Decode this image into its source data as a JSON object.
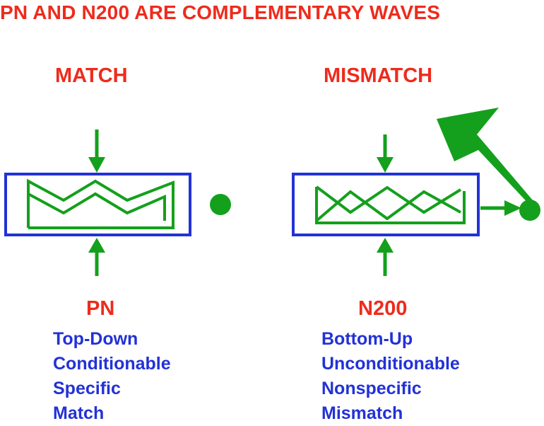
{
  "title": "PN AND N200 ARE COMPLEMENTARY WAVES",
  "left": {
    "heading": "MATCH",
    "wave_name": "PN",
    "properties": [
      "Top-Down",
      "Conditionable",
      "Specific",
      "Match"
    ]
  },
  "right": {
    "heading": "MISMATCH",
    "wave_name": "N200",
    "properties": [
      "Bottom-Up",
      "Unconditionable",
      "Nonspecific",
      "Mismatch"
    ]
  },
  "colors": {
    "red": "#ee2b1c",
    "blue": "#2232d6",
    "green": "#14a01c"
  }
}
